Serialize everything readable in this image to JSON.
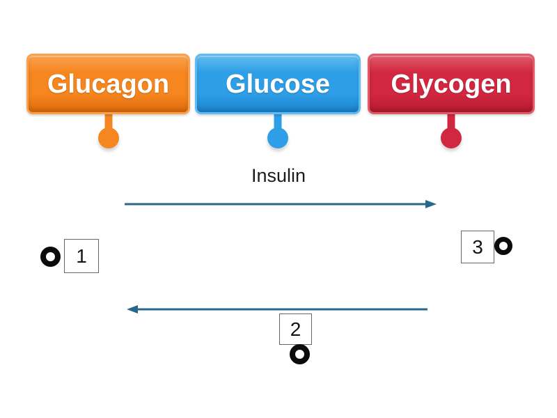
{
  "activity": {
    "labels": [
      {
        "text": "Glucagon",
        "color": "#F6861F",
        "color_light": "#F9A14E",
        "color_dark": "#E06C0B"
      },
      {
        "text": "Glucose",
        "color": "#2E9FE6",
        "color_light": "#62BBF0",
        "color_dark": "#1B84CE"
      },
      {
        "text": "Glycogen",
        "color": "#D22740",
        "color_light": "#E05A6B",
        "color_dark": "#B81A30"
      }
    ],
    "diagram": {
      "arrow_label": "Insulin",
      "arrow_color": "#26688C",
      "targets": [
        {
          "number": "1"
        },
        {
          "number": "2"
        },
        {
          "number": "3"
        }
      ]
    }
  }
}
